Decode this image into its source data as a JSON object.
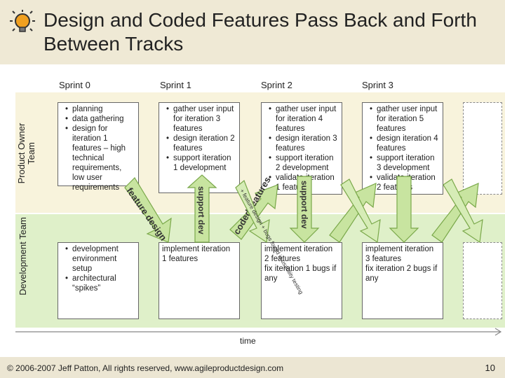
{
  "title": "Design and Coded Features Pass Back and Forth Between Tracks",
  "sprints": [
    "Sprint 0",
    "Sprint 1",
    "Sprint 2",
    "Sprint 3"
  ],
  "tracks": {
    "product_owner": "Product Owner\nTeam",
    "development": "Development Team"
  },
  "po_boxes": [
    [
      "planning",
      "data gathering",
      "design for iteration 1 features – high technical requirements, low user requirements"
    ],
    [
      "gather user input for iteration 3 features",
      "design iteration 2 features",
      "support iteration 1 development"
    ],
    [
      "gather user input for iteration 4 features",
      "design iteration 3 features",
      "support iteration 2 development",
      "validate iteration 1 features"
    ],
    [
      "gather user input for iteration 5 features",
      "design iteration 4 features",
      "support iteration 3 development",
      "validate iteration 2 features"
    ]
  ],
  "dev_boxes": [
    {
      "bullets": [
        "development environment setup",
        "architectural “spikes”"
      ],
      "lines": []
    },
    {
      "bullets": [],
      "lines": [
        "implement iteration 1 features"
      ]
    },
    {
      "bullets": [],
      "lines": [
        "implement iteration 2 features",
        "fix iteration 1 bugs if any"
      ]
    },
    {
      "bullets": [],
      "lines": [
        "implement iteration 3 features",
        "fix iteration 2 bugs if any"
      ]
    }
  ],
  "arrow_labels": {
    "feature_design": "feature design",
    "support_dev": "support dev",
    "coded_features": "coded features",
    "feedback": "+ feature design + bugs found in usability testing",
    "support_dev_2": "support dev"
  },
  "time_label": "time",
  "copyright": "© 2006-2007 Jeff Patton, All rights reserved, www.agileproductdesign.com",
  "page_number": "10",
  "colors": {
    "arrow_fill": "#c8e4a0",
    "arrow_stroke": "#7aa84a",
    "dev_band": "#dff0c9",
    "po_band": "#f8f3dc",
    "title_band": "#efe9d5"
  }
}
